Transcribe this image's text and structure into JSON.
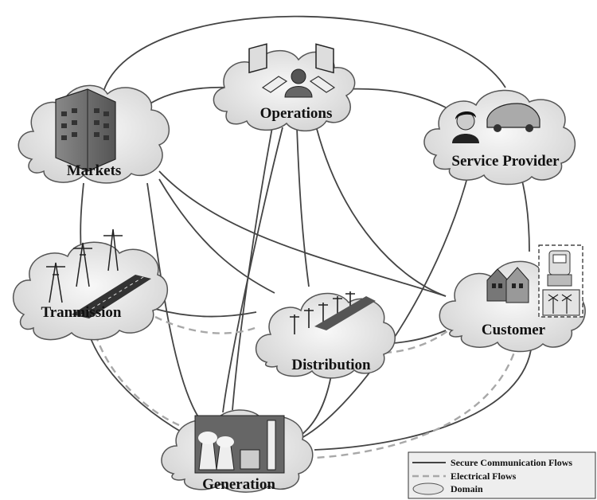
{
  "domains": {
    "operations": "Operations",
    "markets": "Markets",
    "service_provider": "Service Provider",
    "customer": "Customer",
    "transmission": "Tranmission",
    "distribution": "Distribution",
    "generation": "Generation"
  },
  "legend": {
    "secure": "Secure Communication Flows",
    "electrical": "Electrical Flows",
    "domain": "Domain"
  },
  "colors": {
    "cloud_fill": "#e8e8e8",
    "cloud_stroke": "#555555",
    "comm_line": "#444444",
    "elec_line": "#a8a8a8"
  }
}
